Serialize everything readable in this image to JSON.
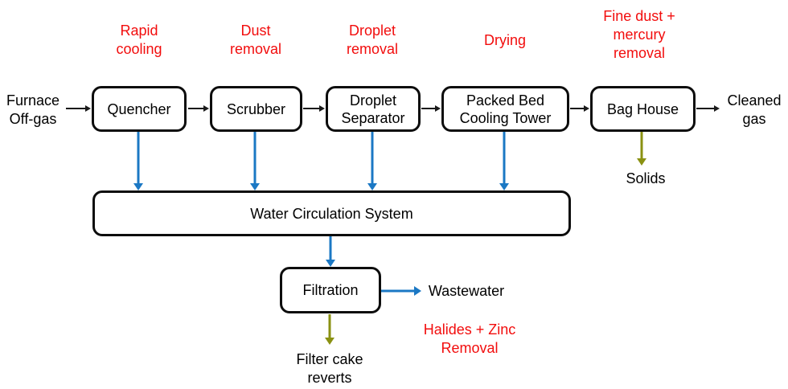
{
  "colors": {
    "red": "#f20d0d",
    "blue": "#1b78c4",
    "olive": "#8a9112",
    "line": "#1a1a1a"
  },
  "stages": [
    {
      "id": "rapid-cooling",
      "text": "Rapid cooling"
    },
    {
      "id": "dust-removal",
      "text": "Dust removal"
    },
    {
      "id": "droplet-removal",
      "text": "Droplet removal"
    },
    {
      "id": "drying",
      "text": "Drying"
    },
    {
      "id": "fine-dust-mercury-removal",
      "text": "Fine dust + mercury removal"
    }
  ],
  "nodes": [
    {
      "id": "quencher",
      "label": "Quencher"
    },
    {
      "id": "scrubber",
      "label": "Scrubber"
    },
    {
      "id": "droplet-separator",
      "label": "Droplet Separator"
    },
    {
      "id": "packed-bed-cooling-tower",
      "label": "Packed Bed Cooling Tower"
    },
    {
      "id": "bag-house",
      "label": "Bag House"
    },
    {
      "id": "water-circulation-system",
      "label": "Water Circulation System"
    },
    {
      "id": "filtration",
      "label": "Filtration"
    }
  ],
  "io_labels": {
    "input": "Furnace Off-gas",
    "output": "Cleaned gas",
    "solids": "Solids",
    "wastewater": "Wastewater",
    "filter_cake": "Filter cake reverts",
    "halides": "Halides + Zinc Removal"
  }
}
